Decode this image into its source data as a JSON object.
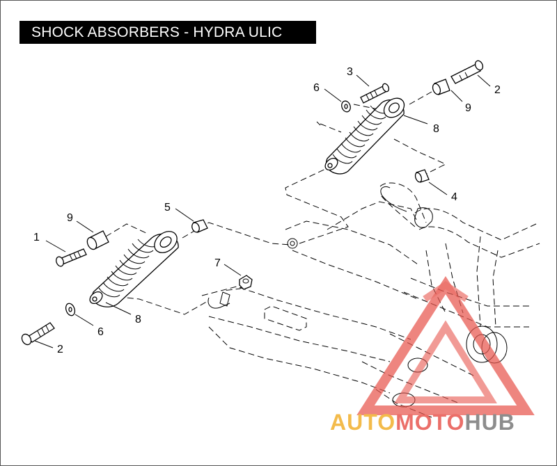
{
  "title": "SHOCK ABSORBERS - HYDRA ULIC",
  "callouts": {
    "c1": "1",
    "c2_left": "2",
    "c2_right": "2",
    "c3": "3",
    "c4": "4",
    "c5": "5",
    "c6_top": "6",
    "c6_bottom": "6",
    "c7": "7",
    "c8_top": "8",
    "c8_bottom": "8",
    "c9_top": "9",
    "c9_left": "9"
  },
  "watermark": {
    "part1": "AUTO",
    "part2": "MOTO",
    "part3": "HUB",
    "color_orange": "#f2b02c",
    "color_red": "#e8574f",
    "color_gray": "#7a7a7a"
  }
}
